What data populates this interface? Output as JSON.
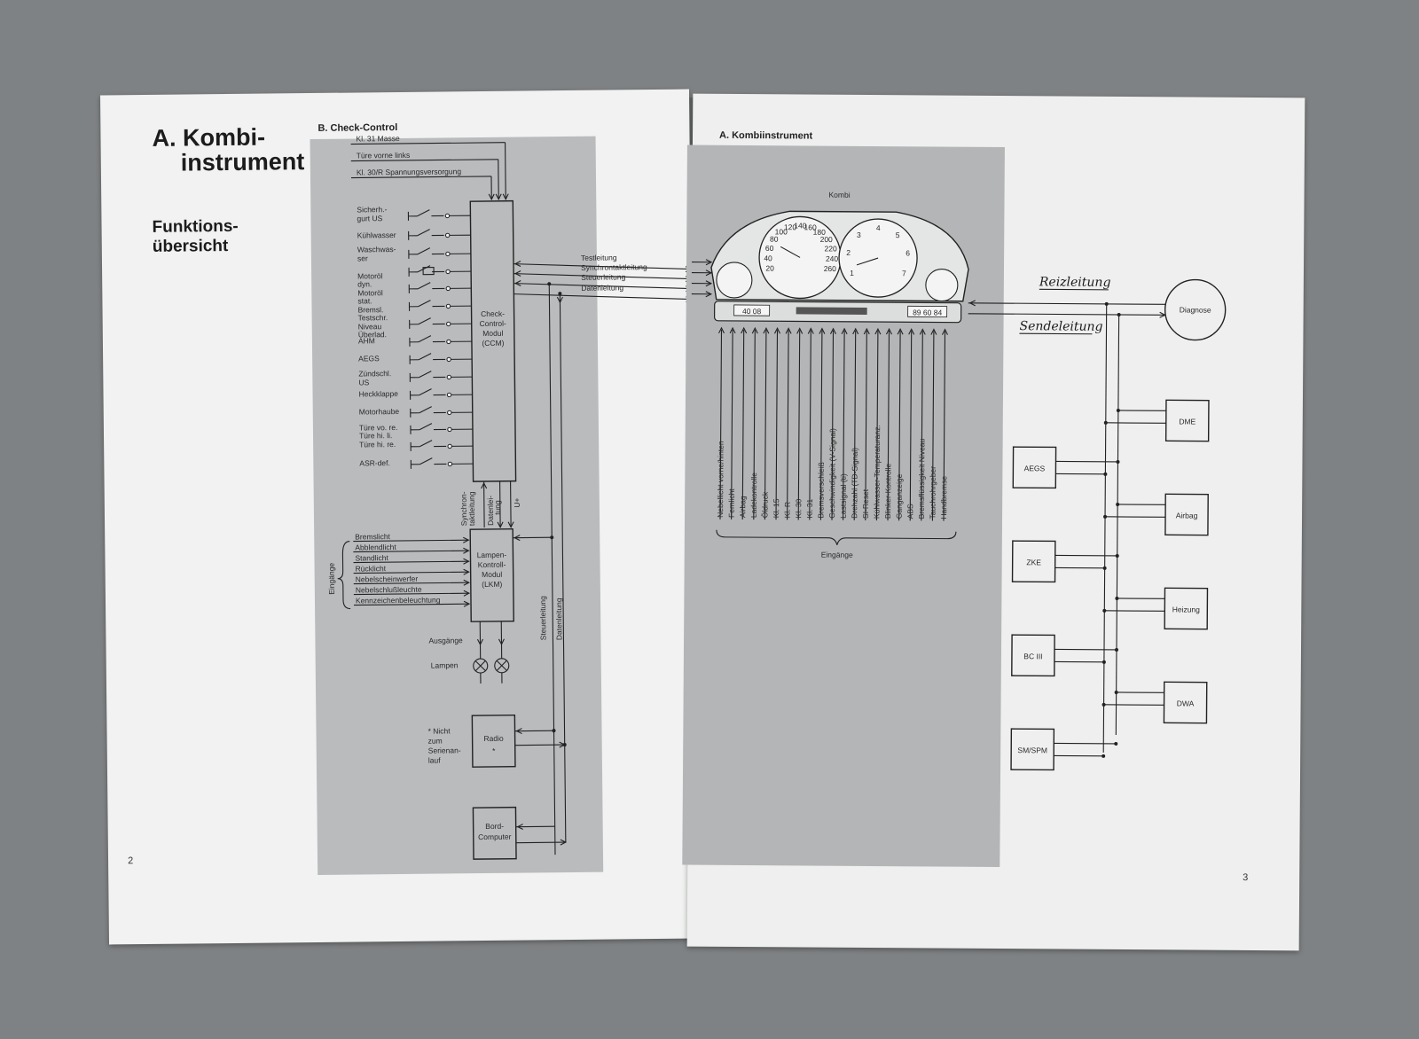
{
  "left_page": {
    "title_line1": "A. Kombi-",
    "title_line2": "instrument",
    "subtitle_line1": "Funktions-",
    "subtitle_line2": "übersicht",
    "diagram_caption": "B. Check-Control",
    "page_number": "2",
    "top_lines": [
      "Kl. 31   Masse",
      "Türe vorne links",
      "Kl. 30/R   Spannungsversorgung"
    ],
    "switch_labels": [
      [
        "Sicherh.-",
        "gurt   US"
      ],
      [
        "Kühlwasser"
      ],
      [
        "Waschwas-",
        "ser"
      ],
      [
        "Motoröl",
        "dyn."
      ],
      [
        "Motoröl",
        "stat."
      ],
      [
        "Bremsl.",
        "Testschr."
      ],
      [
        "Niveau",
        "Überlad."
      ],
      [
        "AHM"
      ],
      [
        "AEGS"
      ],
      [
        "Zündschl.",
        "US"
      ],
      [
        "Heckklappe"
      ],
      [
        "Motorhaube"
      ],
      [
        "Türe vo. re."
      ],
      [
        "Türe hi. li."
      ],
      [
        "Türe hi. re."
      ],
      [
        "ASR-def."
      ]
    ],
    "ccm_label": [
      "Check-",
      "Control-",
      "Modul",
      "(CCM)"
    ],
    "right_lines": [
      "Testleitung",
      "Synchrontaktleitung",
      "Steuerleitung",
      "Datenleitung"
    ],
    "vertical_labels": [
      "Synchron-",
      "taktleitung",
      "Datenlei-",
      "tung",
      "U+"
    ],
    "lamp_inputs": [
      "Bremslicht",
      "Abblendlicht",
      "Standlicht",
      "Rücklicht",
      "Nebelscheinwerfer",
      "Nebelschlußleuchte",
      "Kennzeichenbeleuchtung"
    ],
    "inputs_bracket_label": "Eingänge",
    "lkm_label": [
      "Lampen-",
      "Kontroll-",
      "Modul",
      "(LKM)"
    ],
    "outputs_label": "Ausgänge",
    "lamps_label": "Lampen",
    "steuer_vertical": "Steuerleitung",
    "daten_vertical": "Datenleitung",
    "radio_note": [
      "* Nicht",
      "zum",
      "Serienan-",
      "lauf"
    ],
    "radio_label": "Radio",
    "radio_star": "*",
    "bordcomputer_label": [
      "Bord-",
      "Computer"
    ]
  },
  "right_page": {
    "caption": "A. Kombiinstrument",
    "page_number": "3",
    "kombi_label": "Kombi",
    "speedo_numbers": [
      "20",
      "40",
      "60",
      "80",
      "100",
      "120",
      "140",
      "160",
      "180",
      "200",
      "220",
      "240",
      "260"
    ],
    "tacho_numbers": [
      "1",
      "2",
      "3",
      "4",
      "5",
      "6",
      "7"
    ],
    "lcd_left": "40 08",
    "lcd_right": "89 60 84",
    "input_labels": [
      "Nebellicht vorne/hinten",
      "Fernlicht",
      "Airbag",
      "Ladekontrolle",
      "Öldruck",
      "Kl. 15",
      "Kl. R",
      "Kl. 30",
      "Kl. 31",
      "Bremsverschleiß",
      "Geschwindigkeit (V-Signal)",
      "Lastsignal (ti)",
      "Drehzahl (TD-Signal)",
      "SI-Reset",
      "Kühlwasser-Temperaturanz.",
      "Blinker-Kontrolle",
      "Ganganzeige",
      "ABS",
      "Bremsflüssigkeit Niveau",
      "Tauchrohrgeber",
      "Handbremse"
    ],
    "inputs_label": "Eingänge",
    "reizleitung": "Reizleitung",
    "sendeleitung": "Sendeleitung",
    "diagnose": "Diagnose",
    "right_modules": [
      "DME",
      "Airbag",
      "Heizung",
      "DWA"
    ],
    "left_modules": [
      "AEGS",
      "ZKE",
      "BC III",
      "SM/SPM"
    ]
  }
}
